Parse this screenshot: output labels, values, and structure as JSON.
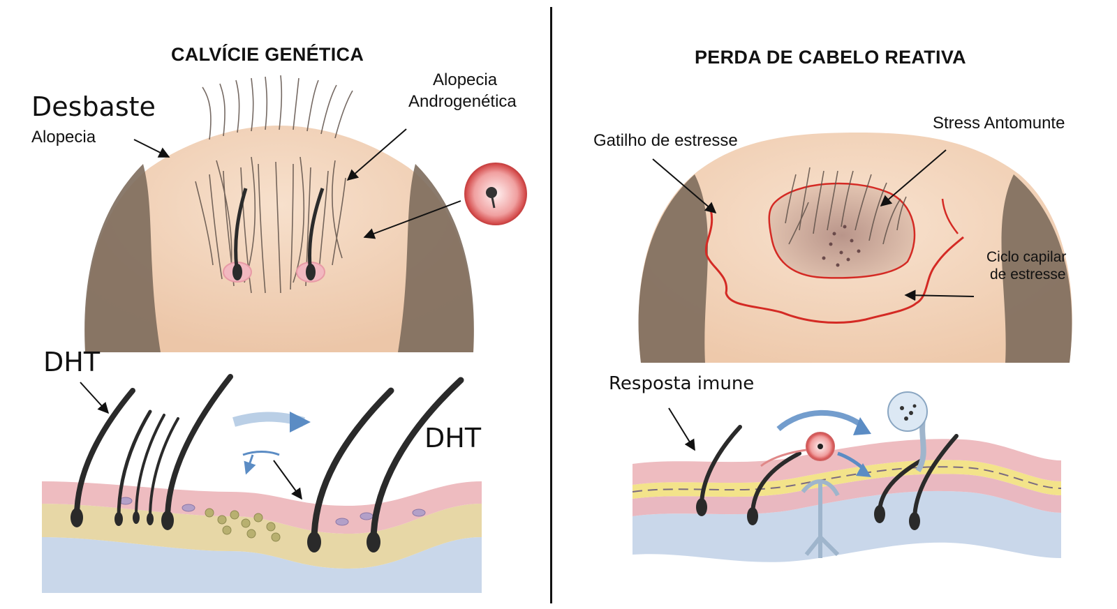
{
  "left_panel": {
    "title": "CALVÍCIE GENÉTICA",
    "label_desbaste": "Desbaste",
    "label_alopecia": "Alopecia",
    "label_alopecia_andro_1": "Alopecia",
    "label_alopecia_andro_2": "Androgenética",
    "label_dht_1": "DHT",
    "label_dht_2": "DHT"
  },
  "right_panel": {
    "title": "PERDA DE CABELO REATIVA",
    "label_gatilho": "Gatilho de estresse",
    "label_stress": "Stress Antomunte",
    "label_ciclo_1": "Ciclo capilar",
    "label_ciclo_2": "de estresse",
    "label_resposta": "Resposta imune"
  },
  "colors": {
    "skin": "#f2d3b8",
    "hair": "#7b6a5c",
    "outline_red": "#d42a24",
    "arrow_blue": "#5b8cc4",
    "dermis_pink": "#eebcc0",
    "fat_blue": "#c9d7ea",
    "layer_yellow": "#f3e38a"
  }
}
